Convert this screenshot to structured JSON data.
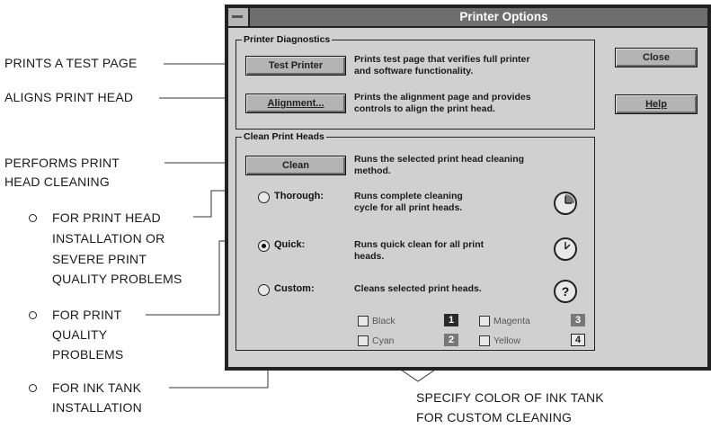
{
  "window": {
    "title": "Printer Options"
  },
  "diagnostics": {
    "group_label": "Printer Diagnostics",
    "test_button": "Test Printer",
    "test_desc_1": "Prints test page that verifies full printer",
    "test_desc_2": "and software functionality.",
    "align_button": "Alignment...",
    "align_desc_1": "Prints the alignment page and provides",
    "align_desc_2": "controls to align the print head."
  },
  "side_buttons": {
    "close": "Close",
    "help": "Help"
  },
  "clean": {
    "group_label": "Clean Print Heads",
    "clean_button": "Clean",
    "clean_desc_1": "Runs the selected print head cleaning",
    "clean_desc_2": "method.",
    "options": [
      {
        "label": "Thorough:",
        "desc_1": "Runs complete cleaning",
        "desc_2": "cycle for all print heads.",
        "selected": false,
        "icon": "clock-three-quarter-icon"
      },
      {
        "label": "Quick:",
        "desc_1": "Runs quick clean for all print",
        "desc_2": "heads.",
        "selected": true,
        "icon": "clock-icon"
      },
      {
        "label": "Custom:",
        "desc_1": "Cleans selected print heads.",
        "desc_2": "",
        "selected": false,
        "icon": "question-clock-icon"
      }
    ],
    "question_mark": "?",
    "colors": [
      {
        "label": "Black",
        "number": "1"
      },
      {
        "label": "Magenta",
        "number": "3"
      },
      {
        "label": "Cyan",
        "number": "2"
      },
      {
        "label": "Yellow",
        "number": "4"
      }
    ]
  },
  "callouts": {
    "test_page": "PRINTS A TEST PAGE",
    "align": "ALIGNS PRINT HEAD",
    "clean_1": "PERFORMS PRINT",
    "clean_2": "HEAD CLEANING",
    "thorough": [
      "FOR PRINT HEAD",
      "INSTALLATION OR",
      "SEVERE PRINT",
      "QUALITY PROBLEMS"
    ],
    "quick": [
      "FOR PRINT",
      "QUALITY",
      "PROBLEMS"
    ],
    "custom": [
      "FOR INK TANK",
      "INSTALLATION"
    ],
    "colors_1": "SPECIFY COLOR OF INK TANK",
    "colors_2": "FOR CUSTOM CLEANING"
  }
}
